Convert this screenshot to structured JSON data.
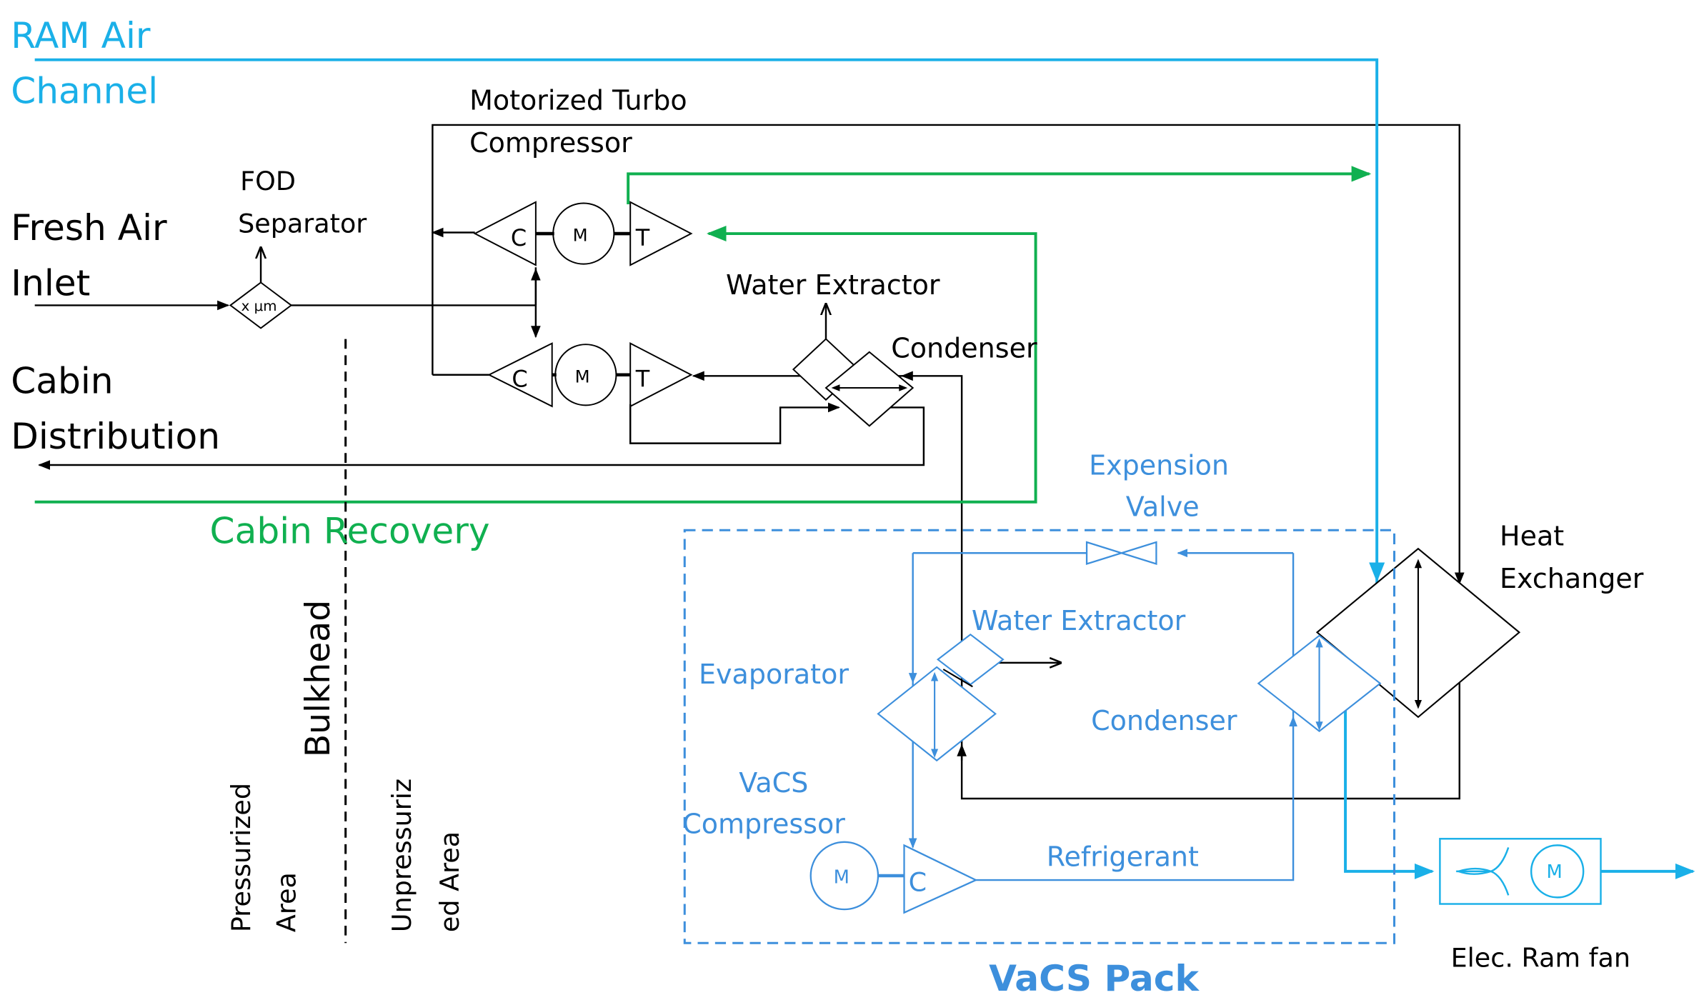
{
  "labels": {
    "ram_air_1": "RAM Air",
    "ram_air_2": "Channel",
    "motorized_turbo_1": "Motorized Turbo",
    "motorized_turbo_2": "Compressor",
    "fod_1": "FOD",
    "fod_2": "Separator",
    "fresh_air_1": "Fresh Air",
    "fresh_air_2": "Inlet",
    "fod_mark": "x μm",
    "water_extractor_top": "Water Extractor",
    "condenser_top": "Condenser",
    "cabin_dist_1": "Cabin",
    "cabin_dist_2": "Distribution",
    "cabin_recovery": "Cabin Recovery",
    "bulkhead": "Bulkhead",
    "pressurized_1": "Pressurized",
    "pressurized_2": "Area",
    "unpressurized_1": "Unpressuriz",
    "unpressurized_2": "ed Area",
    "expansion_1": "Expension",
    "expansion_2": "Valve",
    "heat_exchanger_1": "Heat",
    "heat_exchanger_2": "Exchanger",
    "water_extractor_vacs": "Water Extractor",
    "evaporator": "Evaporator",
    "condenser_vacs": "Condenser",
    "vacs_compressor_1": "VaCS",
    "vacs_compressor_2": "Compressor",
    "refrigerant": "Refrigerant",
    "vacs_pack": "VaCS Pack",
    "elec_ram_fan": "Elec. Ram fan",
    "sym_c": "C",
    "sym_m": "M",
    "sym_t": "T"
  },
  "colors": {
    "ram_air": "#1ab0e8",
    "cabin_recovery": "#10b050",
    "vacs": "#3d8fdc",
    "black": "#000000"
  }
}
